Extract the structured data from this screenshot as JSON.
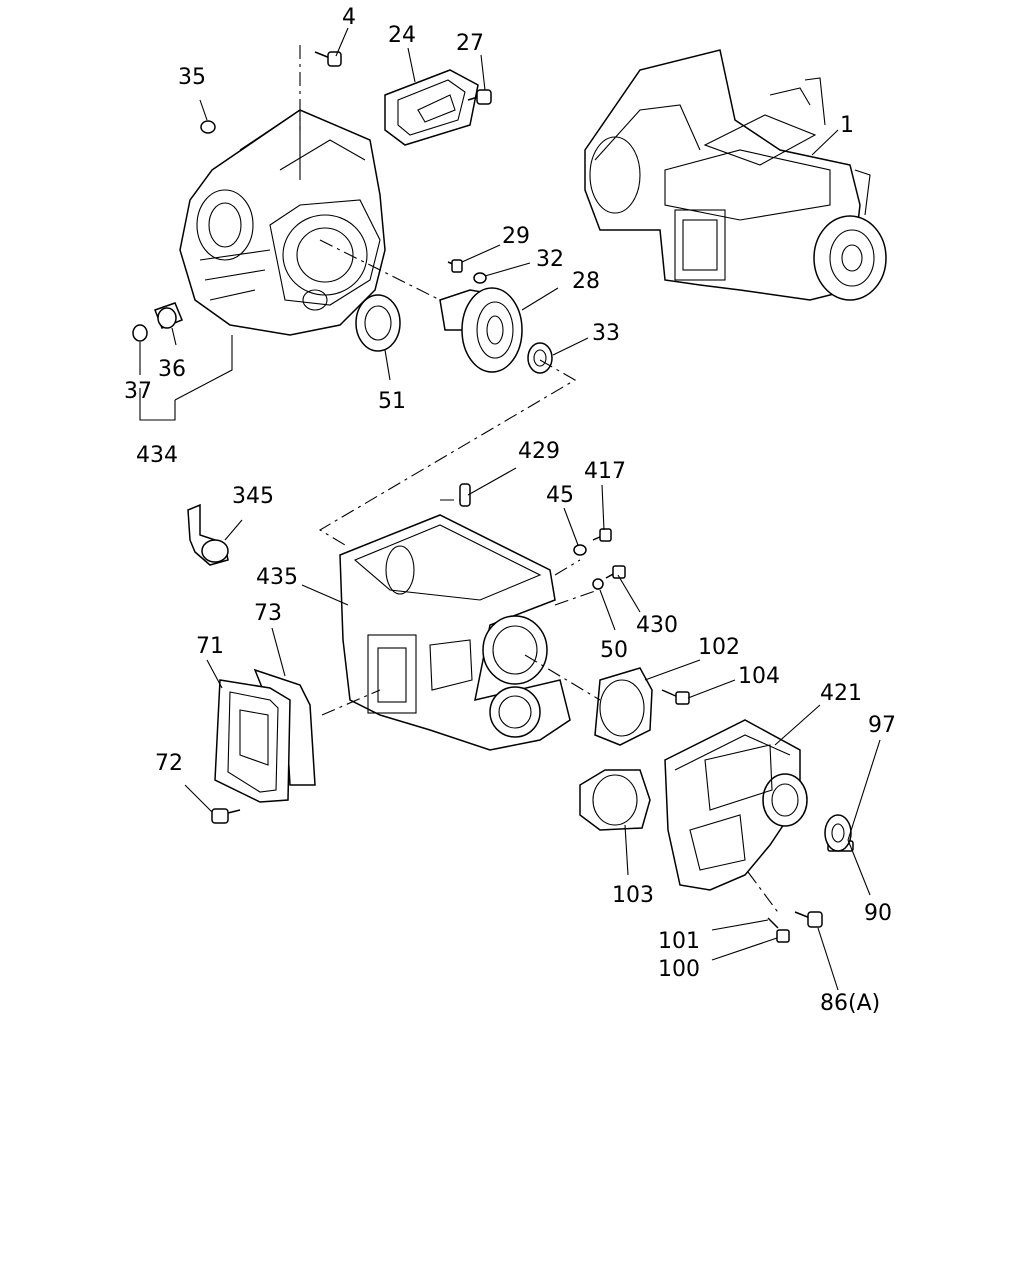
{
  "callouts": {
    "c1": "1",
    "c4": "4",
    "c24": "24",
    "c27": "27",
    "c35": "35",
    "c29": "29",
    "c32": "32",
    "c28": "28",
    "c33": "33",
    "c51": "51",
    "c36": "36",
    "c37": "37",
    "c434": "434",
    "c429": "429",
    "c417": "417",
    "c45": "45",
    "c345": "345",
    "c435": "435",
    "c73": "73",
    "c71": "71",
    "c50": "50",
    "c430": "430",
    "c102": "102",
    "c104": "104",
    "c421": "421",
    "c97": "97",
    "c72": "72",
    "c103": "103",
    "c90": "90",
    "c101": "101",
    "c100": "100",
    "c86": "86(A)"
  }
}
